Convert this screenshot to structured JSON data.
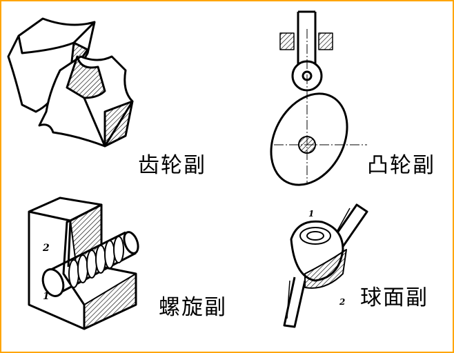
{
  "labels": {
    "gear_pair": "齿轮副",
    "cam_pair": "凸轮副",
    "screw_pair": "螺旋副",
    "spherical_pair": "球面副"
  },
  "part_numbers": {
    "screw_block": "2",
    "screw_shaft": "1",
    "sphere_inner": "1",
    "sphere_outer": "2"
  },
  "colors": {
    "border": "#FFA500",
    "ink": "#000000"
  }
}
